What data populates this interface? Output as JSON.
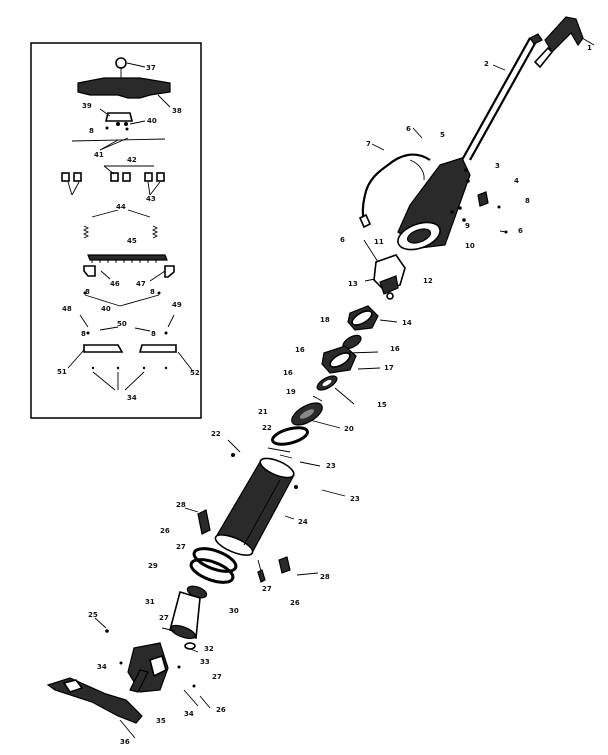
{
  "diagram": {
    "callouts": {
      "c1": "1",
      "c2": "2",
      "c3": "3",
      "c4": "4",
      "c5": "5",
      "c6": "6",
      "c7": "7",
      "c8": "8",
      "c9": "9",
      "c10": "10",
      "c11": "11",
      "c12": "12",
      "c13": "13",
      "c14": "14",
      "c15": "15",
      "c16": "16",
      "c17": "17",
      "c18": "18",
      "c19": "19",
      "c20": "20",
      "c21": "21",
      "c22": "22",
      "c23": "23",
      "c24": "24",
      "c25": "25",
      "c26": "26",
      "c27": "27",
      "c28": "28",
      "c29": "29",
      "c30": "30",
      "c31": "31",
      "c32": "32",
      "c33": "33",
      "c34": "34",
      "c35": "35",
      "c36": "36",
      "c37": "37",
      "c38": "38",
      "c39": "39",
      "c40": "40",
      "c41": "41",
      "c42": "42",
      "c43": "43",
      "c44": "44",
      "c45": "45",
      "c46": "46",
      "c47": "47",
      "c48": "48",
      "c49": "49",
      "c50": "50",
      "c51": "51",
      "c52": "52"
    }
  }
}
